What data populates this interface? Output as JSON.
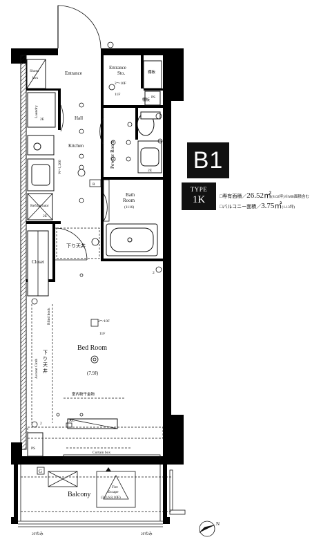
{
  "unit": {
    "code": "B1",
    "type_label": "TYPE",
    "type_value": "1K",
    "area_line1": {
      "prefix": "□専有面積／",
      "value": "26.52㎡",
      "suffix": "(8.02坪)",
      "note": "※MB面積含む"
    },
    "area_line2": {
      "prefix": "□バルコニー面積／",
      "value": "3.75㎡",
      "suffix": "(1.13坪)"
    }
  },
  "rooms": {
    "shoes_box": [
      "Shoes",
      "box"
    ],
    "entrance": "Entrance",
    "entrance_storage": [
      "Entrance",
      "Sto."
    ],
    "storage_tag_1": "棚板",
    "storage_tag_2": "棚板",
    "ps_top": "PS",
    "ps_bottom": "PS",
    "laundry": "Laundry",
    "hall": "Hall",
    "kitchen": "Kitchen",
    "kitchen_width": "W=1,200",
    "refrigerator": "Refrigerator",
    "powder_room": "Powder Room",
    "bath_room": [
      "Bath",
      "Room",
      "(1116)"
    ],
    "lowered_ceiling_1": "下り天井",
    "lowered_ceiling_2": [
      "下",
      "り",
      "天",
      "井"
    ],
    "closet": "Closet",
    "blind_hook": "Blind hook",
    "accent_cloth": "Accent Cloth",
    "bed_room": "Bed Room",
    "bed_room_size": "(7.9J)",
    "drying_hardware": "室内物干金物",
    "curtain_box": "Curtain box",
    "balcony": "Balcony",
    "fire_escape": [
      "Fire",
      "Escape",
      "(3,4,6,8,10F)"
    ],
    "gas_meter": "G",
    "ac": "AC",
    "ref_mark": "R",
    "floor_range_1": "2～10F",
    "floor_range_2": "2～10F",
    "floor_top_1": "11F",
    "floor_top_2": "11F",
    "floor_2e_1": "2E",
    "floor_2e_2": "2E",
    "floor_2e_3": "2E",
    "num_2a": "2",
    "num_2b": "2",
    "note_2f_left": "2Fのみ",
    "note_2f_right": "2Fのみ",
    "compass": "N"
  }
}
